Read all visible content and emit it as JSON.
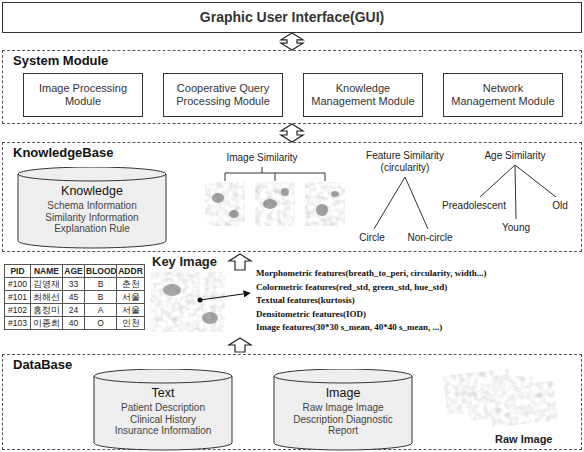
{
  "diagram": {
    "nodes": [
      {
        "text": [
          "Graphic User Interface(GUI)"
        ]
      },
      {
        "text": [
          "System Module"
        ]
      },
      {
        "text": [
          "Image Processing Module"
        ],
        "in": 1
      },
      {
        "text": [
          "Cooperative Query Processing Module"
        ],
        "in": 1
      },
      {
        "text": [
          "Knowledge Management Module"
        ],
        "in": 1
      },
      {
        "text": [
          "Network Management Module"
        ],
        "in": 1
      },
      {
        "text": [
          "KnowledgeBase"
        ]
      },
      {
        "text": [
          "Knowledge",
          "Schema Information Similarity Information Explanation Rule"
        ],
        "in": 6
      },
      {
        "text": [
          "DataBase"
        ]
      },
      {
        "text": [
          "Text",
          "Patient Description Clinical History Insurance Information"
        ],
        "in": 8
      },
      {
        "text": [
          "Image",
          "Raw Image Image Description Diagnostic Report"
        ],
        "in": 8
      }
    ],
    "edges": [
      {
        "from": 0,
        "to": 1,
        "arrow": "both"
      },
      {
        "from": 1,
        "to": 6,
        "arrow": "both"
      }
    ],
    "labels": [
      "Image Similarity",
      "Feature Similarity",
      "(circularity)",
      "Circle",
      "Non-circle",
      "Age Similarity",
      "Preadolescent",
      "Young",
      "Old",
      "Key Image",
      "PID",
      "NAME",
      "AGE",
      "BLOOD",
      "ADDR",
      "#100",
      "김영재",
      "33",
      "B",
      "춘천",
      "#101",
      "최해선",
      "45",
      "B",
      "서울",
      "#102",
      "홍정미",
      "24",
      "A",
      "서울",
      "#103",
      "이종희",
      "40",
      "O",
      "인천",
      "Morphometric features(breath_to_peri, circularity, width...)",
      "Colormetric features(red_std, green_std, hue_std)",
      "Textual features(kurtosis)",
      "Densitometric features(IOD)",
      "Image features(30*30 s_mean, 40*40 s_mean, ...)",
      "Raw Image"
    ]
  }
}
